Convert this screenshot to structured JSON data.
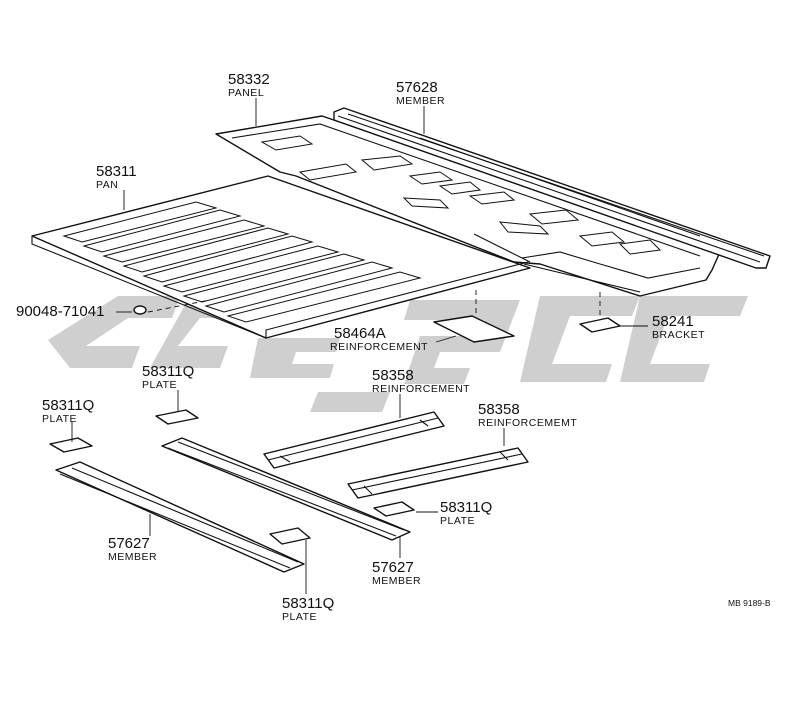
{
  "watermark": {
    "color": "#cfcfcf"
  },
  "colors": {
    "ink": "#111111",
    "paper": "#ffffff"
  },
  "labels": {
    "panel_58332": {
      "number": "58332",
      "name": "PANEL"
    },
    "member_57628": {
      "number": "57628",
      "name": "MEMBER"
    },
    "pan_58311": {
      "number": "58311",
      "name": "PAN"
    },
    "bolt_90048": {
      "number": "90048-71041"
    },
    "reinforcement_58464a": {
      "number": "58464A",
      "name": "REINFORCEMENT"
    },
    "bracket_58241": {
      "number": "58241",
      "name": "BRACKET"
    },
    "plate_58311q_a": {
      "number": "58311Q",
      "name": "PLATE"
    },
    "plate_58311q_b": {
      "number": "58311Q",
      "name": "PLATE"
    },
    "reinforcement_58358_a": {
      "number": "58358",
      "name": "REINFORCEMENT"
    },
    "reinforcement_58358_b": {
      "number": "58358",
      "name": "REINFORCEMEMT"
    },
    "plate_58311q_c": {
      "number": "58311Q",
      "name": "PLATE"
    },
    "member_57627_a": {
      "number": "57627",
      "name": "MEMBER"
    },
    "member_57627_b": {
      "number": "57627",
      "name": "MEMBER"
    },
    "plate_58311q_d": {
      "number": "58311Q",
      "name": "PLATE"
    }
  },
  "drawing_code": "MB 9189-B"
}
